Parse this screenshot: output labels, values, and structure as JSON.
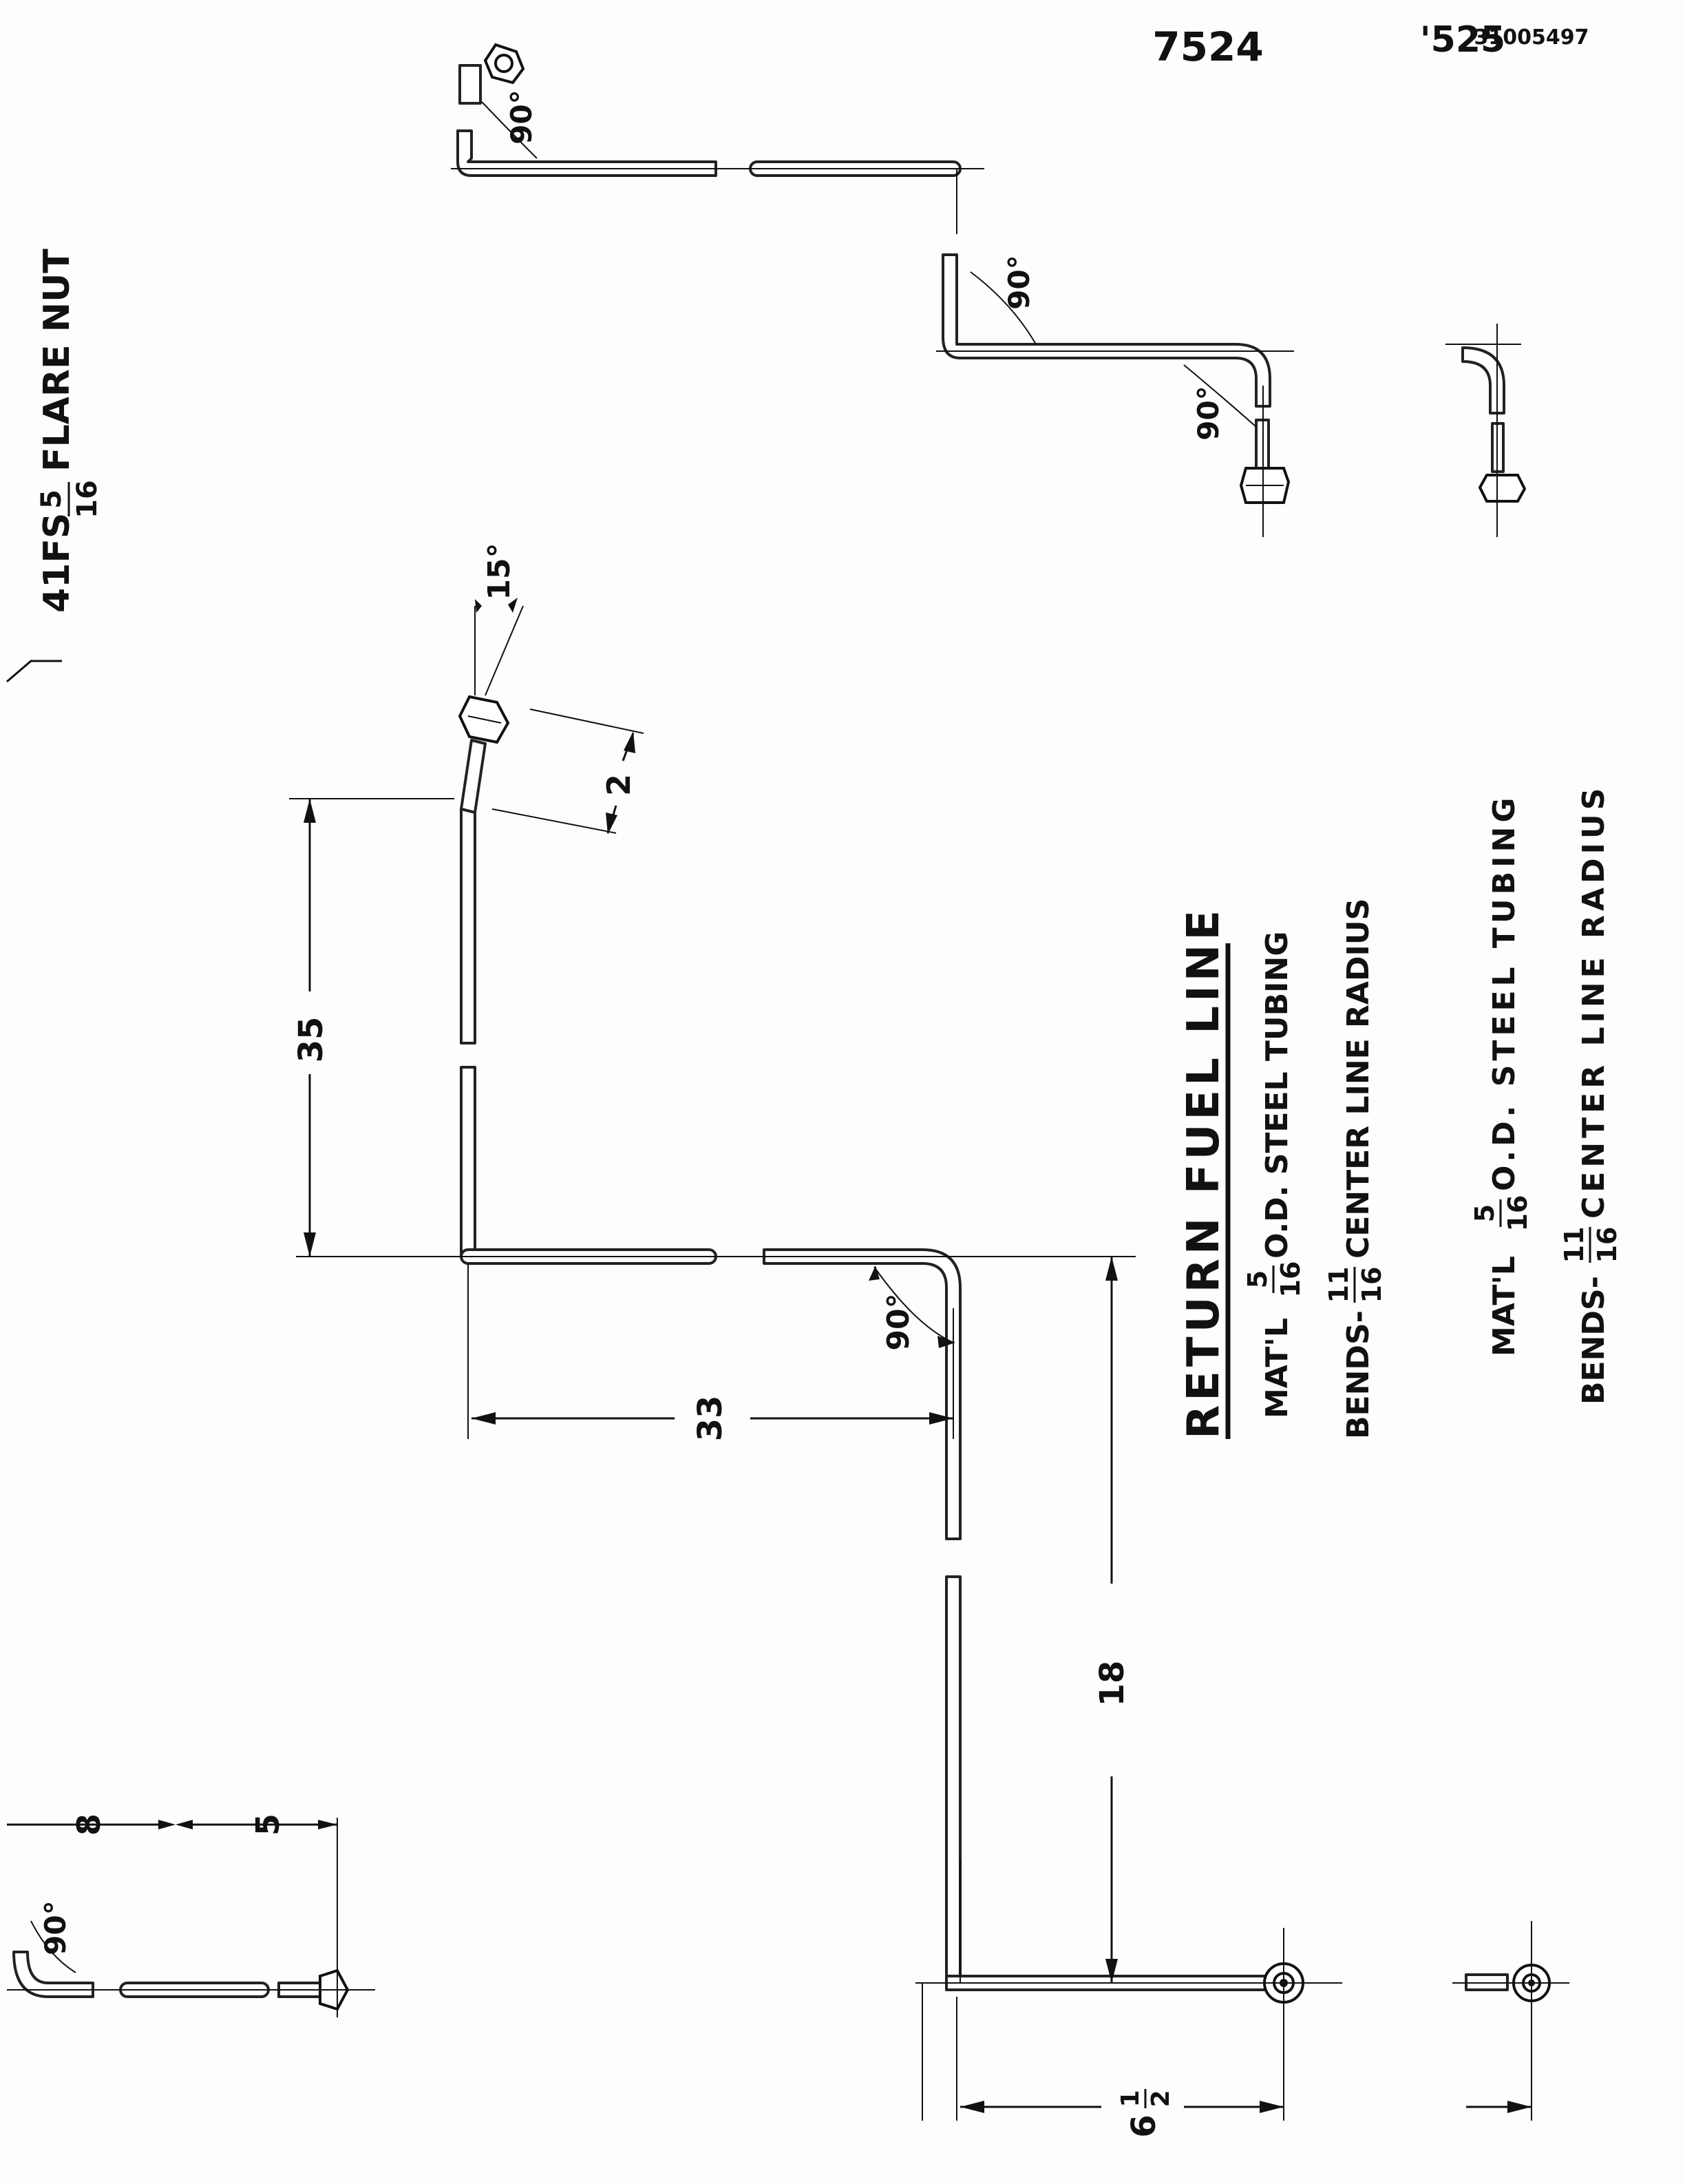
{
  "header": {
    "page_number": "7524",
    "page_number_partial": "'525",
    "stamp": "31005497"
  },
  "flare_nut_note": {
    "part": "41FS",
    "num": "5",
    "den": "16",
    "text": "FLARE NUT"
  },
  "main_part": {
    "title": "RETURN  FUEL  LINE",
    "material_prefix": "MAT'L",
    "material_num": "5",
    "material_den": "16",
    "material_text": "O.D.  STEEL  TUBING",
    "bends_prefix": "BENDS-",
    "bends_num": "11",
    "bends_den": "16",
    "bends_text": "CENTER  LINE  RADIUS"
  },
  "second_part": {
    "material_prefix": "MAT'L",
    "material_num": "5",
    "material_den": "16",
    "material_text": "O.D.  STEEL  TUBING",
    "bends_prefix": "BENDS-",
    "bends_num": "11",
    "bends_den": "16",
    "bends_text": "CENTER  LINE  RADIUS"
  },
  "dimensions": {
    "d35": "35",
    "d33": "33",
    "d18": "18",
    "d2": "2",
    "d8": "8",
    "d5": "5",
    "d6_whole": "6",
    "d6_num": "1",
    "d6_den": "2"
  },
  "angles": {
    "a15": "15°",
    "a90_top": "90°",
    "a90_mid": "90°",
    "a90_lower": "90°",
    "a90_bend": "90°",
    "a90_left": "90°"
  }
}
